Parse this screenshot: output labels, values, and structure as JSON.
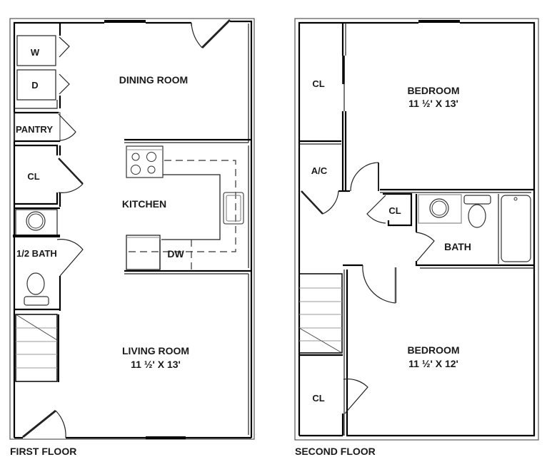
{
  "first_floor": {
    "caption": "FIRST FLOOR",
    "rooms": {
      "washer": "W",
      "dryer": "D",
      "pantry": "PANTRY",
      "dining": "DINING ROOM",
      "closet": "CL",
      "kitchen": "KITCHEN",
      "dishwasher": "DW",
      "half_bath": "1/2 BATH",
      "living": "LIVING ROOM",
      "living_dims": "11 ½' X 13'"
    }
  },
  "second_floor": {
    "caption": "SECOND FLOOR",
    "rooms": {
      "closet_top": "CL",
      "bedroom1": "BEDROOM",
      "bedroom1_dims": "11 ½' X 13'",
      "ac": "A/C",
      "closet_hall": "CL",
      "bath": "BATH",
      "bedroom2": "BEDROOM",
      "bedroom2_dims": "11 ½' X 12'",
      "closet_bottom": "CL"
    }
  },
  "colors": {
    "wall": "#000000",
    "fixture": "#888888",
    "background": "#ffffff"
  }
}
